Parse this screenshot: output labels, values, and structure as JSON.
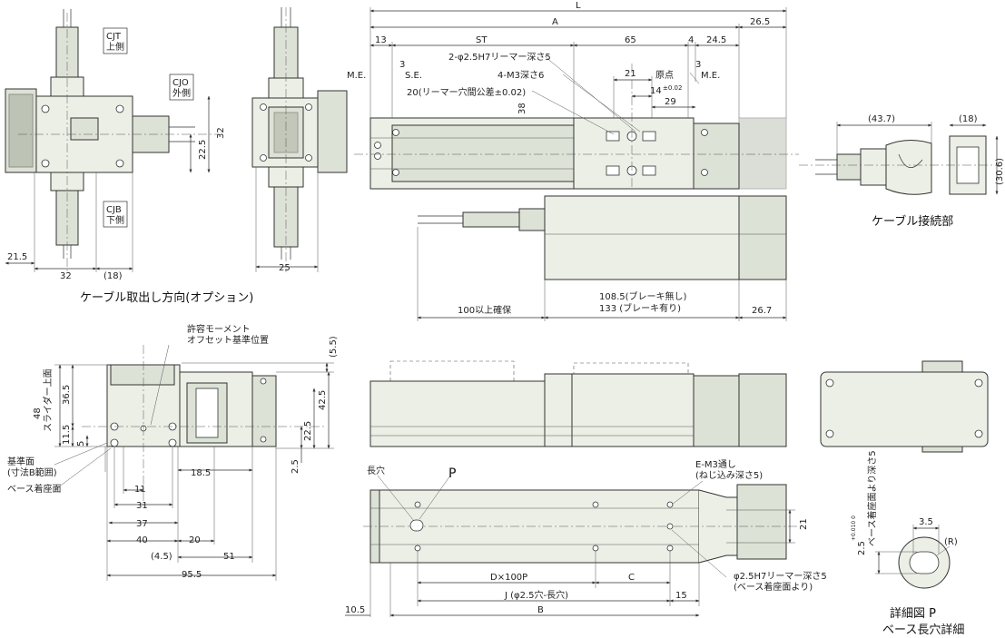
{
  "view_top_right": {
    "dims": {
      "L": "L",
      "A": "A",
      "d26_5": "26.5",
      "d13": "13",
      "ST": "ST",
      "d65": "65",
      "d4": "4",
      "d24_5": "24.5",
      "me_left": "M.E.",
      "me_right": "M.E.",
      "d3_left": "3",
      "d3_right": "3",
      "se": "S.E.",
      "origin": "原点",
      "reamer": "2-φ2.5H7リーマー深さ5",
      "m3": "4-M3深さ6",
      "d21": "21",
      "d14": "14",
      "tol14": "±0.02",
      "d29": "29",
      "d20": "20(リーマー穴間公差±0.02)",
      "d38": "38",
      "d108": "108.5(ブレーキ無し)",
      "d133": "133 (ブレーキ有り)",
      "d100": "100以上確保",
      "d26_7": "26.7"
    }
  },
  "view_cable": {
    "cjt": "CJT",
    "cjt_sub": "上側",
    "cjo": "CJO",
    "cjo_sub": "外側",
    "cjb": "CJB",
    "cjb_sub": "下側",
    "d32v": "32",
    "d22_5": "22.5",
    "d21_5": "21.5",
    "d32h": "32",
    "d18": "(18)",
    "d25": "25",
    "caption": "ケーブル取出し方向(オプション)"
  },
  "view_connector": {
    "d43_7": "(43.7)",
    "d18": "(18)",
    "d30_6": "(30.6)",
    "caption": "ケーブル接続部"
  },
  "view_side": {
    "moment1": "許容モーメント",
    "moment2": "オフセット基準位置",
    "d5_5": "(5.5)",
    "d48": "48",
    "slider_top": "スライダー上面",
    "d36_5": "36.5",
    "d11_5": "11.5",
    "d5": "5",
    "d42_5": "42.5",
    "d22_5": "22.5",
    "d2_5": "2.5",
    "ref1": "基準面",
    "ref2": "(寸法B範囲)",
    "base": "ベース着座面",
    "d18_5": "18.5",
    "d11": "11",
    "d31": "31",
    "d37": "37",
    "d40": "40",
    "d20": "20",
    "d4_5": "(4.5)",
    "d51": "51",
    "d95_5": "95.5"
  },
  "view_bottom": {
    "slot": "長穴",
    "p": "P",
    "em3": "E-M3通し",
    "em3_sub": "(ねじ込み深さ5)",
    "d21": "21",
    "dx100": "D×100P",
    "c": "C",
    "j": "J (φ2.5穴-長穴)",
    "d15": "15",
    "b": "B",
    "d10_5": "10.5",
    "reamer": "φ2.5H7リーマー深さ5",
    "reamer_sub": "(ベース着座面より)"
  },
  "detail_p": {
    "d3_5": "3.5",
    "r": "(R)",
    "d2_5": "2.5",
    "tol": "+0.010 0",
    "depth": "ベース着座面より深さ5",
    "caption1": "詳細図 P",
    "caption2": "ベース長穴詳細"
  }
}
